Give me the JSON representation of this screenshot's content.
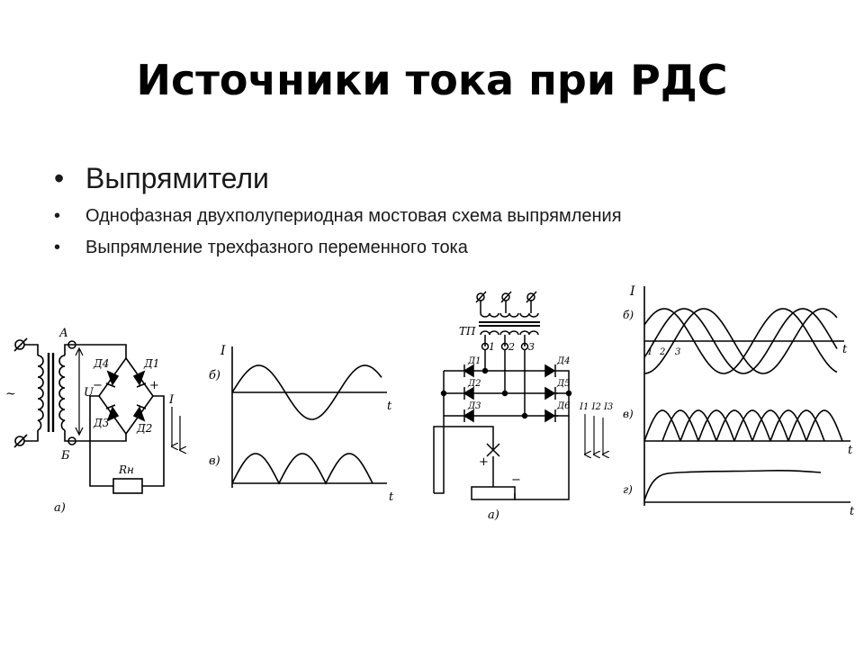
{
  "slide": {
    "title": "Источники тока при РДС",
    "bullets": [
      "Выпрямители",
      "Однофазная двухполупериодная мостовая схема выпрямления",
      "Выпрямление трехфазного переменного тока"
    ]
  },
  "figure1": {
    "caption": "а)",
    "node_a": "А",
    "node_b": "Б",
    "voltage": "U",
    "current": "I",
    "resistor": "Rн",
    "minus": "−",
    "plus": "+",
    "tilde": "~",
    "diodes": [
      "Д4",
      "Д1",
      "Д3",
      "Д2"
    ]
  },
  "figure2": {
    "axis_i": "I",
    "label_b": "б)",
    "label_v": "в)",
    "t1": "t",
    "t2": "t"
  },
  "figure3": {
    "caption": "а)",
    "transformer": "ТП",
    "phases": [
      "1",
      "2",
      "3"
    ],
    "left_diodes": [
      "Д1",
      "Д2",
      "Д3"
    ],
    "right_diodes": [
      "Д4",
      "Д5",
      "Д6"
    ],
    "currents": "I1 I2 I3",
    "plus": "+",
    "minus": "−"
  },
  "figure4": {
    "axis_i": "I",
    "label_b": "б)",
    "label_v": "в)",
    "label_g": "г)",
    "phase_marks": [
      "1",
      "2",
      "3"
    ],
    "t1": "t",
    "t2": "t",
    "t3": "t"
  },
  "colors": {
    "ink": "#000000",
    "text": "#1a1a1a"
  }
}
